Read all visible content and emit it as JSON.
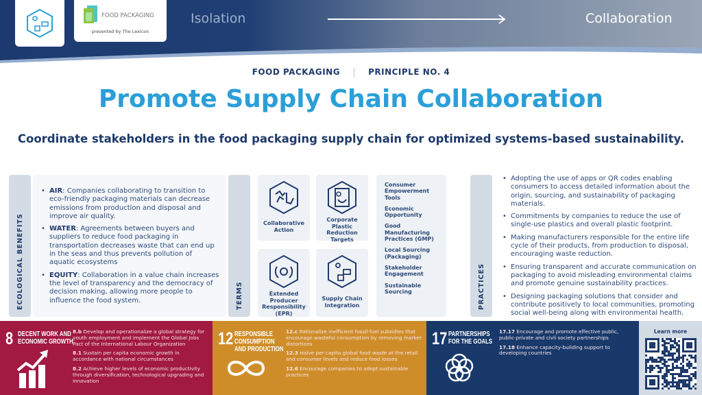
{
  "header": {
    "brand": "FOOD PACKAGING",
    "presented_by": "presented by The Lexicon",
    "from_label": "Isolation",
    "to_label": "Collaboration"
  },
  "kicker": {
    "category": "FOOD PACKAGING",
    "principle": "PRINCIPLE NO. 4"
  },
  "title": "Promote Supply Chain Collaboration",
  "subtitle": "Coordinate stakeholders in the food packaging supply chain for optimized systems-based sustainability.",
  "ecological": {
    "label": "ECOLOGICAL BENEFITS",
    "items": [
      {
        "key": "AIR",
        "text": ": Companies collaborating to transition to eco-friendly packaging materials can decrease emissions from production and disposal and improve air quality."
      },
      {
        "key": "WATER",
        "text": ": Agreements between buyers and suppliers to reduce food packaging in transportation decreases waste that can end up in the seas and thus prevents pollution of aquatic ecosystems"
      },
      {
        "key": "EQUITY",
        "text": ": Collaboration in a value chain increases the level of transparency and the democracy of decision making, allowing more people to influence the food system."
      }
    ]
  },
  "terms": {
    "label": "TERMS",
    "cards": [
      {
        "label": "Collaborative Action",
        "icon": "collaborative-action-icon"
      },
      {
        "label": "Corporate Plastic Reduction Targets",
        "icon": "clipboard-targets-icon"
      },
      {
        "label": "Extended Producer Responsibility (EPR)",
        "icon": "epr-cycle-icon"
      },
      {
        "label": "Supply Chain Integration",
        "icon": "supply-chain-icon"
      }
    ],
    "list": [
      "Consumer Empowerment Tools",
      "Economic Opportunity",
      "Good Manufacturing Practices (GMP)",
      "Local Sourcing (Packaging)",
      "Stakeholder Engagement",
      "Sustainable Sourcing"
    ]
  },
  "practices": {
    "label": "PRACTICES",
    "items": [
      "Adopting the use of apps or QR codes enabling consumers to access detailed information about the origin, sourcing, and sustainability of packaging materials.",
      "Commitments by companies to reduce the use of single-use plastics and overall plastic footprint.",
      "Making manufacturers responsible for the entire life cycle of their products, from production to disposal, encouraging waste reduction.",
      "Ensuring transparent and accurate communication on packaging to avoid misleading environmental claims and promote genuine sustainability practices.",
      "Designing packaging solutions that consider and contribute positively to local communities, promoting social well-being along with environmental health."
    ]
  },
  "sdgs": [
    {
      "number": "8",
      "name1": "DECENT WORK AND",
      "name2": "ECONOMIC GROWTH",
      "color": "#a21942",
      "targets": [
        {
          "code": "8.b",
          "text": " Develop and operationalize a global strategy for youth employment and implement the Global Jobs Pact of the International Labour Organization"
        },
        {
          "code": "8.1",
          "text": " Sustain per capita economic growth in accordance with national circumstances"
        },
        {
          "code": "8.2",
          "text": " Achieve higher levels of economic productivity through diversification, technological upgrading and innovation"
        }
      ]
    },
    {
      "number": "12",
      "name1": "RESPONSIBLE",
      "name2": "CONSUMPTION",
      "name3": "AND PRODUCTION",
      "color": "#cf8d2a",
      "targets": [
        {
          "code": "12.c",
          "text": " Rationalize inefficient fossil-fuel subsidies that encourage wasteful consumption by removing market distortions"
        },
        {
          "code": "12.3",
          "text": " Halve per capita global food waste at the retail and consumer levels and reduce food losses"
        },
        {
          "code": "12.6",
          "text": " Encourage companies to adopt sustainable practices"
        }
      ]
    },
    {
      "number": "17",
      "name1": "PARTNERSHIPS",
      "name2": "FOR THE GOALS",
      "color": "#19396b",
      "targets": [
        {
          "code": "17.17",
          "text": " Encourage and promote effective public, public-private and civil society partnerships"
        },
        {
          "code": "17.18",
          "text": " Enhance capacity-building support to developing countries"
        }
      ]
    }
  ],
  "qr": {
    "label": "Learn more"
  },
  "colors": {
    "navy": "#1f3a6b",
    "accent": "#2a9fd8",
    "panel": "#d3dbe5"
  }
}
